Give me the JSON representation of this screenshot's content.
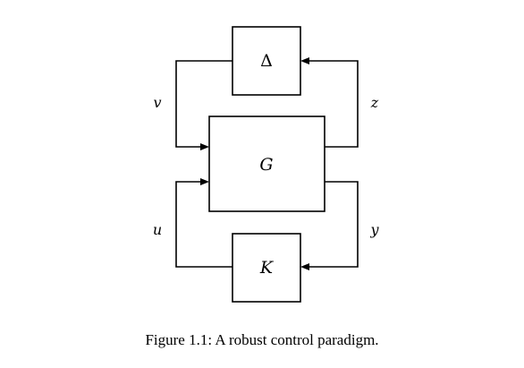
{
  "blocks": {
    "delta": "Δ",
    "plant": "G",
    "controller": "K"
  },
  "signals": {
    "v": "v",
    "z": "z",
    "u": "u",
    "y": "y"
  },
  "caption": "Figure 1.1: A robust control paradigm."
}
